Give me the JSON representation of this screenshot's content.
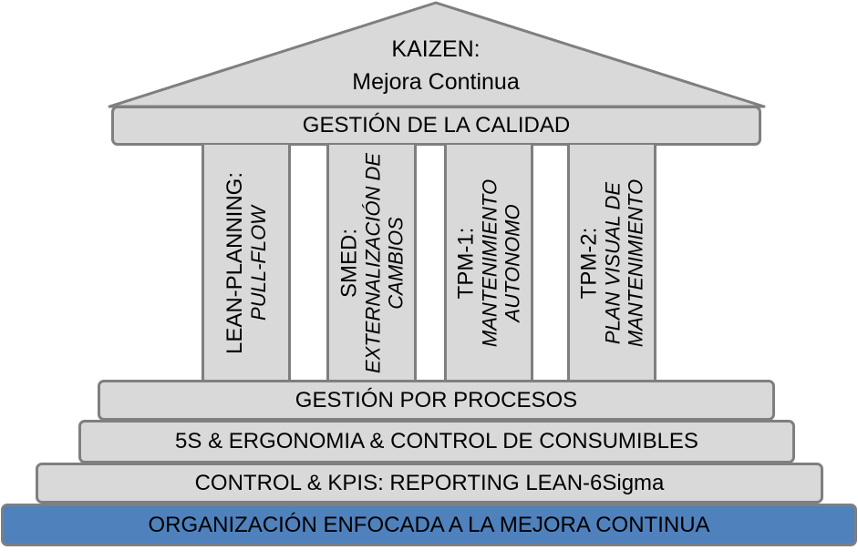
{
  "roof": {
    "line1": "KAIZEN:",
    "line2": "Mejora Continua"
  },
  "beam": "GESTIÓN DE LA CALIDAD",
  "pillars": [
    {
      "title": "LEAN-PLANNING:",
      "subtitle": "PULL-FLOW"
    },
    {
      "title": "SMED:",
      "subtitle": "EXTERNALIZACIÓN DE CAMBIOS"
    },
    {
      "title": "TPM-1:",
      "subtitle": "MANTENIMIENTO AUTONOMO"
    },
    {
      "title": "TPM-2:",
      "subtitle": "PLAN VISUAL DE MANTENIMIENTO"
    }
  ],
  "steps": [
    "GESTIÓN POR PROCESOS",
    "5S & ERGONOMIA & CONTROL DE CONSUMIBLES",
    "CONTROL & KPIS: REPORTING LEAN-6Sigma"
  ],
  "foundation": "ORGANIZACIÓN ENFOCADA A LA MEJORA CONTINUA",
  "colors": {
    "gray": "#d9d9d9",
    "border": "#7f7f7f",
    "foundation": "#4f81bd"
  }
}
